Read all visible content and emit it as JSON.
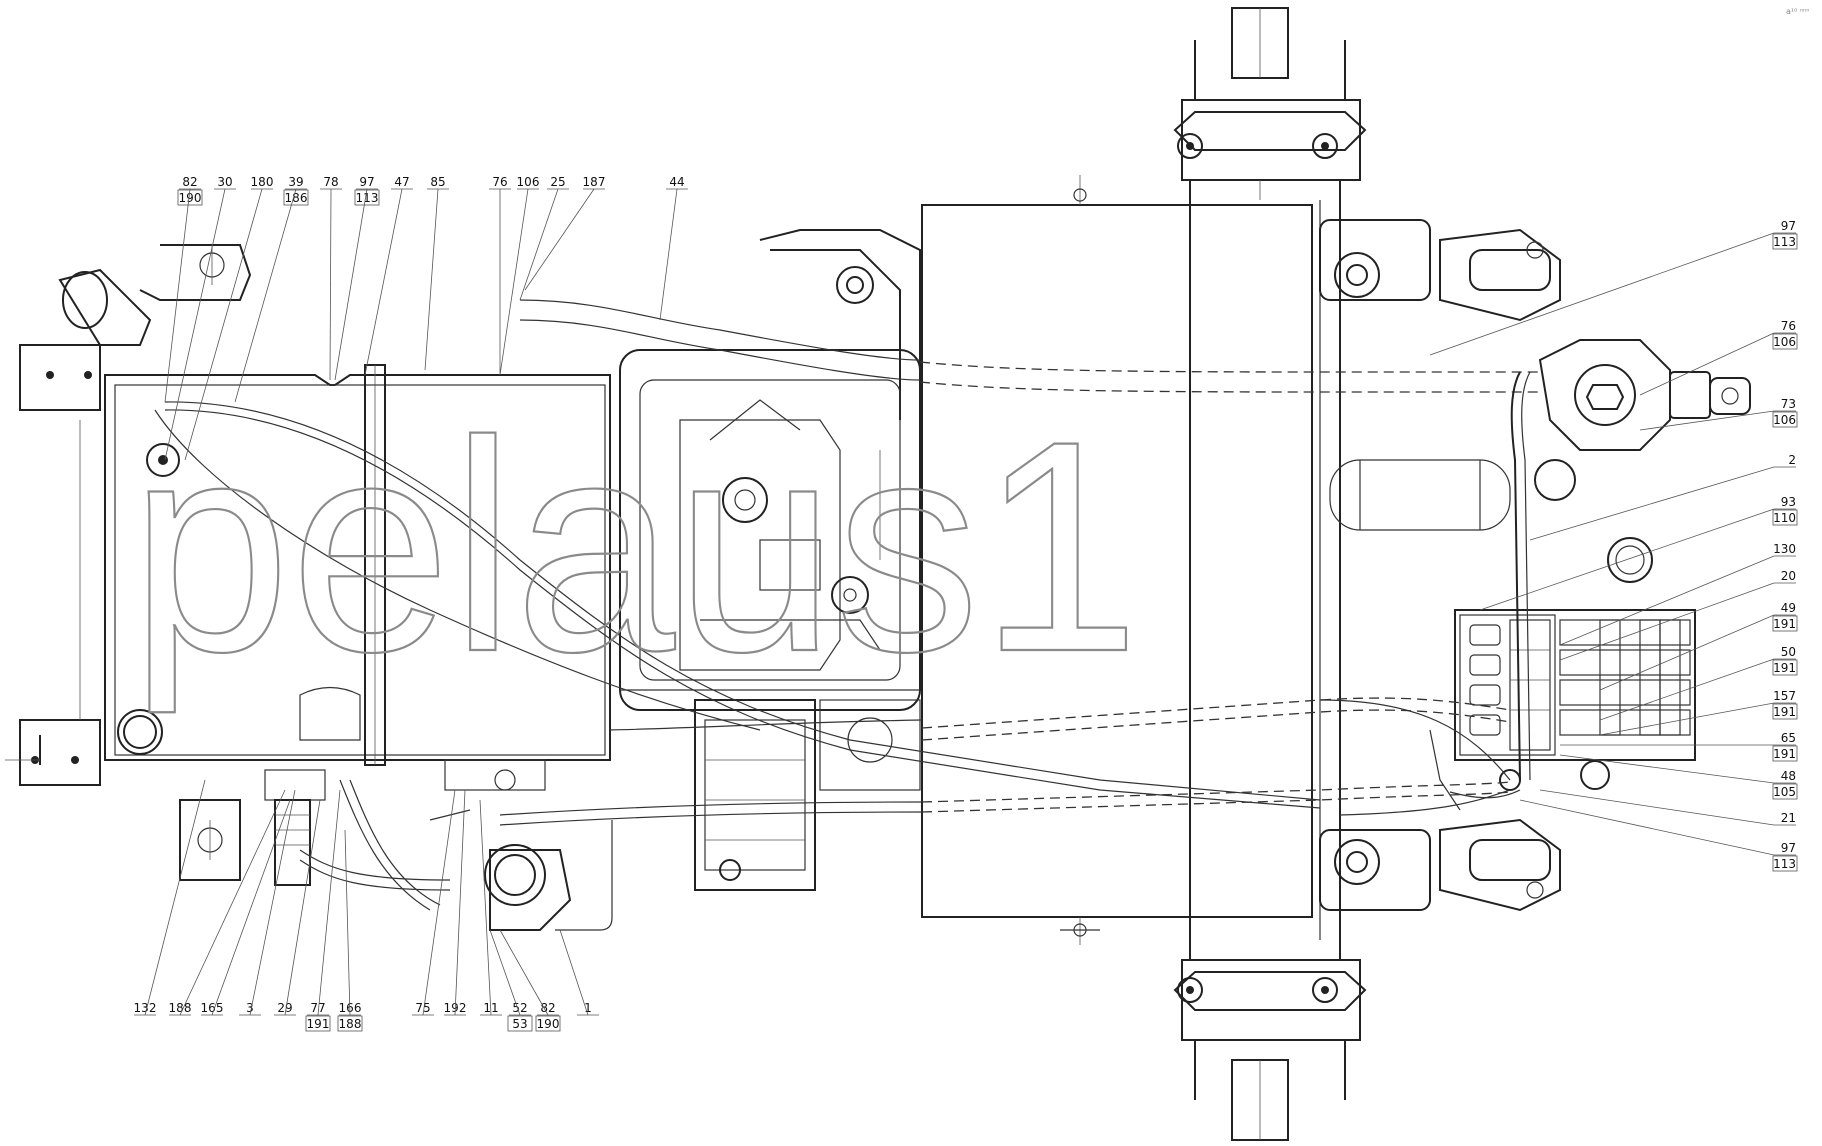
{
  "watermark": "pelaus1",
  "corner_mark": "a¹⁰ ⁿⁿⁿ",
  "callouts_top": [
    {
      "a": "82",
      "b": "190"
    },
    {
      "a": "30",
      "b": ""
    },
    {
      "a": "180",
      "b": ""
    },
    {
      "a": "39",
      "b": "186"
    },
    {
      "a": "78",
      "b": ""
    },
    {
      "a": "97",
      "b": "113"
    },
    {
      "a": "47",
      "b": ""
    },
    {
      "a": "85",
      "b": ""
    },
    {
      "a": "76",
      "b": ""
    },
    {
      "a": "106",
      "b": ""
    },
    {
      "a": "25",
      "b": ""
    },
    {
      "a": "187",
      "b": ""
    },
    {
      "a": "44",
      "b": ""
    }
  ],
  "callouts_right": [
    {
      "a": "97",
      "b": "113"
    },
    {
      "a": "76",
      "b": "106"
    },
    {
      "a": "73",
      "b": "106"
    },
    {
      "a": "2",
      "b": ""
    },
    {
      "a": "93",
      "b": "110"
    },
    {
      "a": "130",
      "b": ""
    },
    {
      "a": "20",
      "b": ""
    },
    {
      "a": "49",
      "b": "191"
    },
    {
      "a": "50",
      "b": "191"
    },
    {
      "a": "157",
      "b": "191"
    },
    {
      "a": "65",
      "b": "191"
    },
    {
      "a": "48",
      "b": "105"
    },
    {
      "a": "21",
      "b": ""
    },
    {
      "a": "97",
      "b": "113"
    }
  ],
  "callouts_bottom": [
    {
      "a": "132",
      "b": ""
    },
    {
      "a": "188",
      "b": ""
    },
    {
      "a": "165",
      "b": ""
    },
    {
      "a": "3",
      "b": ""
    },
    {
      "a": "29",
      "b": ""
    },
    {
      "a": "77",
      "b": "191"
    },
    {
      "a": "166",
      "b": "188"
    },
    {
      "a": "75",
      "b": ""
    },
    {
      "a": "192",
      "b": ""
    },
    {
      "a": "11",
      "b": ""
    },
    {
      "a": "52",
      "b": "53"
    },
    {
      "a": "82",
      "b": "190"
    },
    {
      "a": "1",
      "b": ""
    }
  ]
}
